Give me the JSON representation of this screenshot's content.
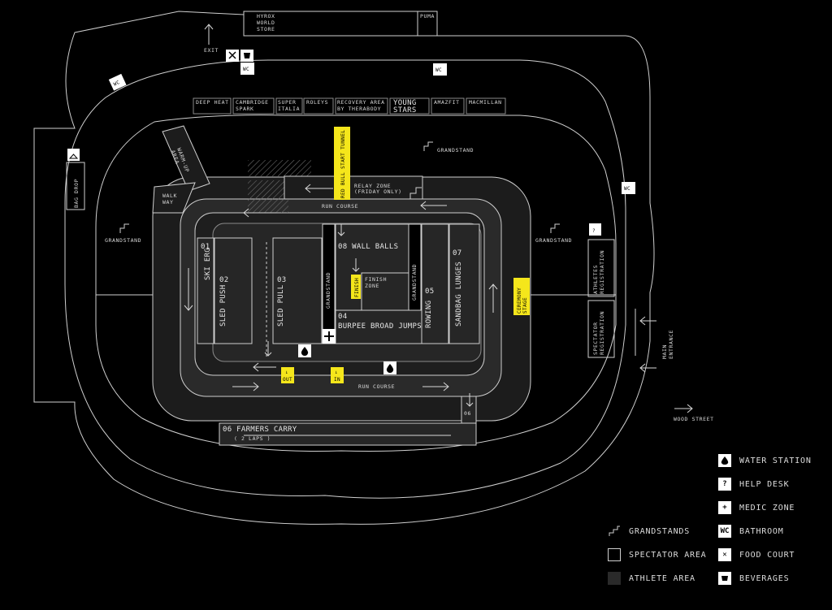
{
  "map": {
    "buildings": {
      "store": "HYROX\nWORLD\nSTORE",
      "puma": "PUMA",
      "exit": "EXIT",
      "bag_drop": "BAG DROP",
      "wood_street": "WOOD STREET",
      "main_entrance": "MAIN\nENTRANCE"
    },
    "sponsors": [
      "DEEP HEAT",
      "CAMBRIDGE\nSPARK",
      "SUPER\nITALIA",
      "ROLEYS",
      "RECOVERY AREA\nBY THERABODY",
      "YOUNG\nSTARS",
      "AMAZFIT",
      "MACMILLAN"
    ],
    "grandstand": "GRANDSTAND",
    "warmup": "WARM-UP\nAREA",
    "walkway": "WALK\nWAY",
    "tunnel": "RED BULL\nSTART TUNNEL",
    "relay_zone": "RELAY ZONE",
    "relay_note": "(FRIDAY ONLY)",
    "run_course": "RUN COURSE",
    "ceremony_stage": "CEREMONY\nSTAGE",
    "athletes_registration": "ATHLETES\nREGISTRATION",
    "spectator_registration": "SPECTATOR\nREGISTRATION",
    "finish": "FINISH",
    "finish_zone": "FINISH\nZONE",
    "out": "OUT",
    "in": "IN",
    "wc": "WC",
    "help": "?",
    "stations": {
      "s01_num": "01",
      "s01": "SKI ERG",
      "s02_num": "02",
      "s02": "SLED PUSH",
      "s03_num": "03",
      "s03": "SLED PULL",
      "s04": "04\nBURPEE BROAD JUMPS",
      "s05": "ROWING",
      "s05_num": "05",
      "s06": "06 FARMERS CARRY",
      "s06_laps": "( 2 LAPS )",
      "s06_num": "06",
      "s07_num": "07",
      "s07": "SANDBAG LUNGES",
      "s08": "08 WALL BALLS"
    }
  },
  "legend": [
    {
      "icon": "water-drop-icon",
      "label": "WATER STATION"
    },
    {
      "icon": "help-icon",
      "glyph": "?",
      "label": "HELP DESK"
    },
    {
      "icon": "medic-cross-icon",
      "glyph": "+",
      "label": "MEDIC ZONE"
    },
    {
      "icon": "wc-icon",
      "glyph": "WC",
      "label": "BATHROOM"
    },
    {
      "icon": "food-icon",
      "glyph": "✕",
      "label": "FOOD COURT"
    },
    {
      "icon": "cup-icon",
      "label": "BEVERAGES"
    },
    {
      "icon": "grandstand-icon",
      "label": "GRANDSTANDS"
    },
    {
      "icon": "spectator-area-icon",
      "label": "SPECTATOR AREA"
    },
    {
      "icon": "athlete-area-icon",
      "label": "ATHLETE AREA"
    }
  ],
  "colors": {
    "background": "#000000",
    "athlete_area": "#2a2a2a",
    "spectator_area": "#050505",
    "highlight": "#f5e61b",
    "line": "#cfcfcf"
  }
}
